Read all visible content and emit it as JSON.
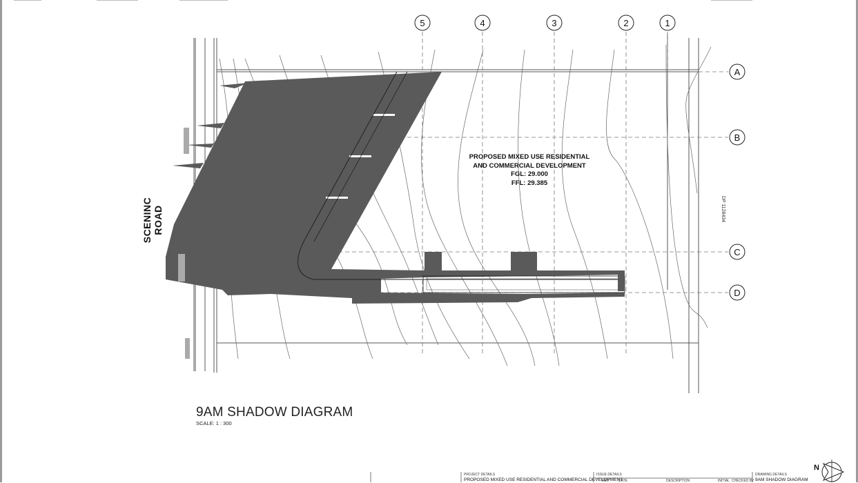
{
  "drawing": {
    "title": "9AM SHADOW DIAGRAM",
    "scale": "SCALE:  1 : 300",
    "road_name": "SCENINC ROAD",
    "development": {
      "line1": "PROPOSED MIXED USE RESIDENTIAL",
      "line2": "AND COMMERCIAL DEVELOPMENT",
      "fgl": "FGL: 29.000",
      "ffl": "FFL: 29.385"
    },
    "grid_columns": [
      "5",
      "4",
      "3",
      "2",
      "1"
    ],
    "grid_rows": [
      "A",
      "B",
      "C",
      "D"
    ],
    "lot_note": "DP 1128434",
    "north_label": "N"
  },
  "title_block": {
    "project_details_label": "PROJECT DETAILS",
    "project_name": "PROPOSED MIXED USE RESIDENTIAL AND COMMERCIAL DEVELOPMENT",
    "issue_details_label": "ISSUE DETAILS",
    "rev_label": "REV",
    "date_label": "DATE",
    "description_label": "DESCRIPTION",
    "initial_label": "INITIAL",
    "checked_label": "CHECKED BY",
    "drawing_details_label": "DRAWING DETAILS",
    "drawing_name": "9AM SHADOW DIAGRAM"
  },
  "colors": {
    "shadow": "#5a5a5a",
    "linework": "#444444",
    "frame": "#9a9a9a"
  }
}
